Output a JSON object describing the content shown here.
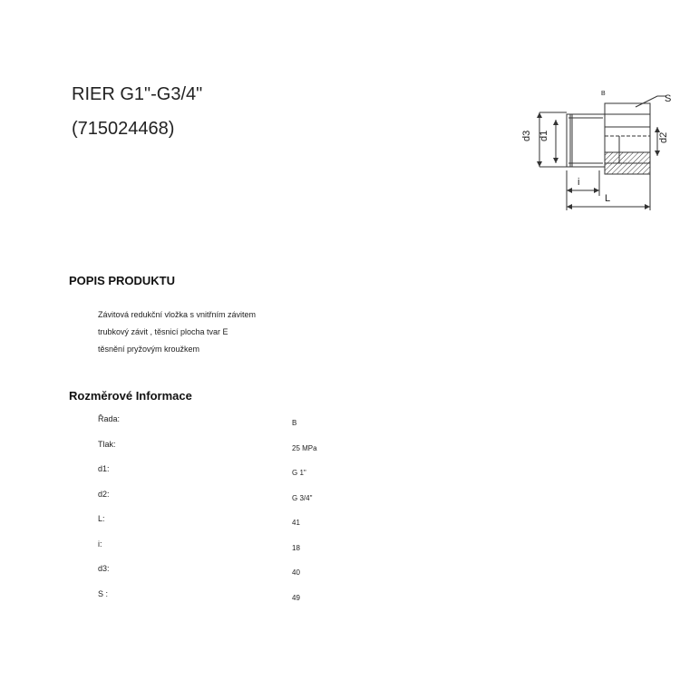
{
  "header": {
    "title": "RIER G1\"-G3/4\"",
    "code": "(715024468)"
  },
  "drawing": {
    "labels": {
      "series": "B",
      "s": "S",
      "d3": "d3",
      "d1": "d1",
      "d2": "d2",
      "i": "i",
      "l": "L"
    }
  },
  "description": {
    "heading": "POPIS PRODUKTU",
    "lines": [
      "Závitová redukční vložka s vnitřním závitem",
      "trubkový závit , těsnicí plocha tvar E",
      "těsnění pryžovým kroužkem"
    ]
  },
  "dimensions": {
    "heading": "Rozměrové Informace",
    "rows": [
      {
        "label": "Řada:",
        "value": "B"
      },
      {
        "label": "Tlak:",
        "value": "25  MPa"
      },
      {
        "label": "d1:",
        "value": "G 1\""
      },
      {
        "label": "d2:",
        "value": "G 3/4\""
      },
      {
        "label": "L:",
        "value": "41"
      },
      {
        "label": "i:",
        "value": "18"
      },
      {
        "label": "d3:",
        "value": "40"
      },
      {
        "label": "S :",
        "value": "49"
      }
    ]
  }
}
